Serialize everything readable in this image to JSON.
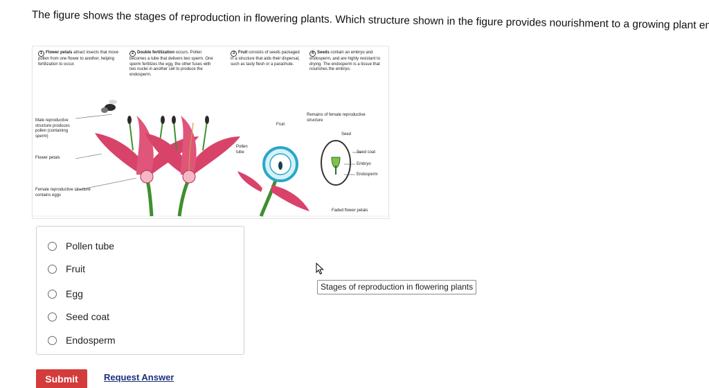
{
  "question": {
    "text": "The figure shows the stages of reproduction in flowering plants. Which structure shown in the figure provides nourishment to a growing plant embryo?"
  },
  "figure": {
    "steps": [
      {
        "num": "1",
        "title": "Flower petals",
        "body": "attract insects that move pollen from one flower to another, helping fertilization to occur."
      },
      {
        "num": "2",
        "title": "Double fertilization",
        "body": "occurs. Pollen becomes a tube that delivers two sperm. One sperm fertilizes the egg, the other fuses with two nuclei in another cell to produce the endosperm."
      },
      {
        "num": "3",
        "title": "Fruit",
        "body": "consists of seeds packaged in a structure that aids their dispersal, such as tasty flesh or a parachute."
      },
      {
        "num": "4",
        "title": "Seeds",
        "body": "contain an embryo and endosperm, and are highly resistant to drying. The endosperm is a tissue that nourishes the embryo."
      }
    ],
    "labels": {
      "male": "Male reproductive structure produces pollen (containing sperm)",
      "petals": "Flower petals",
      "female": "Female reproductive structure contains eggs",
      "pollen_tube": "Pollen tube",
      "fruit": "Fruit",
      "remains": "Remains of female reproductive structure",
      "seed": "Seed",
      "seed_coat": "Seed coat",
      "embryo": "Embryo",
      "endosperm": "Endosperm",
      "faded": "Faded flower petals"
    },
    "colors": {
      "petal": "#d8436a",
      "petal_light": "#f29bb4",
      "stem": "#3f8f2f",
      "fruit_ring": "#29a7c9",
      "fruit_fill": "#d6f1f8"
    }
  },
  "options": [
    {
      "label": "Pollen tube"
    },
    {
      "label": "Fruit"
    },
    {
      "label": "Egg"
    },
    {
      "label": "Seed coat"
    },
    {
      "label": "Endosperm"
    }
  ],
  "actions": {
    "submit": "Submit",
    "request": "Request Answer"
  },
  "tooltip": "Stages of reproduction in flowering plants"
}
